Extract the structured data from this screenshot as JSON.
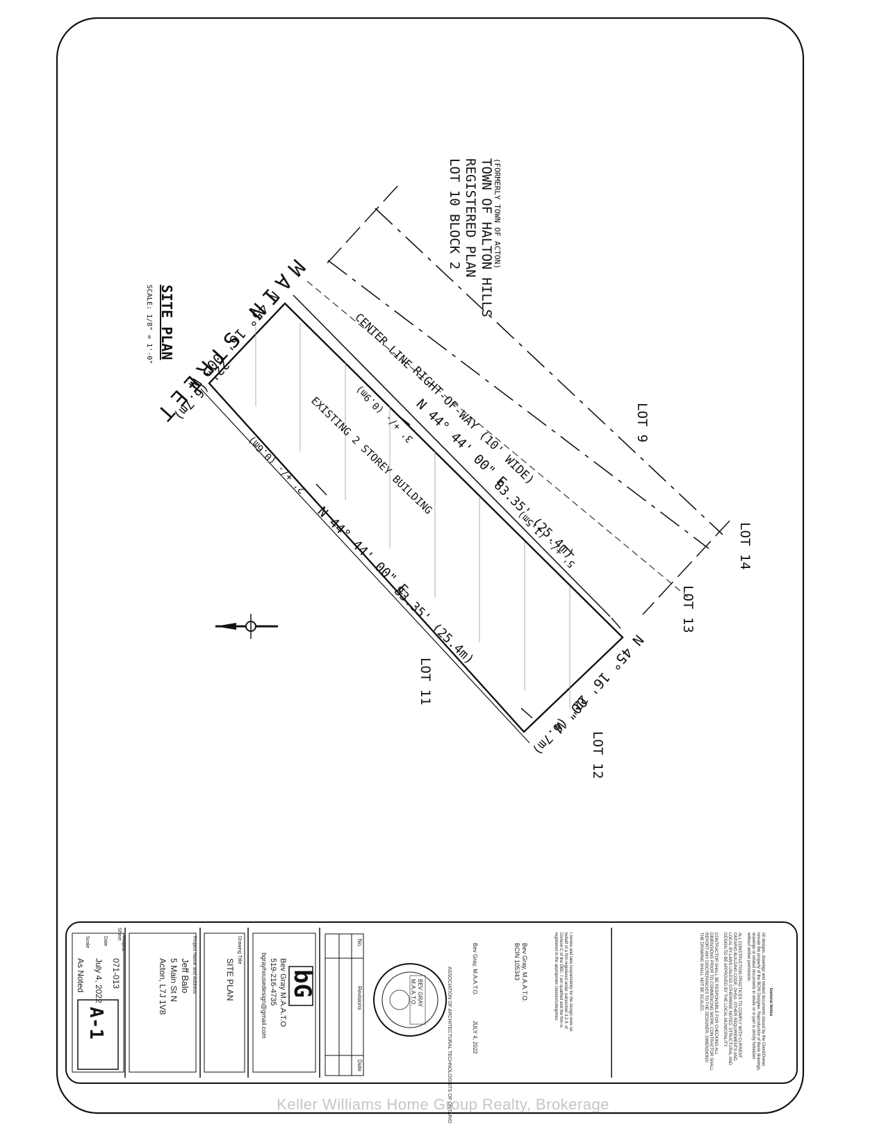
{
  "drawing": {
    "site_plan_title": "SITE PLAN",
    "scale": "SCALE: 1/8\" = 1'-0\"",
    "lot_info": {
      "line1": "LOT 10 BLOCK 2",
      "line2": "REGISTERED PLAN",
      "line3": "TOWN OF HALTON HILLS",
      "line4": "(FORMERLY TOWN OF ACTON)"
    },
    "street": "MAIN STREET",
    "bearing_main": "N 45° 16' 00\" W",
    "dim_main": "22' (6.7m)",
    "bearing_rear": "N 45° 16' 00\" W",
    "dim_rear": "22' (6.7m)",
    "bearing_side_1": "N 44° 44' 00\" E",
    "dim_side_1": "83.35' (25.4m)",
    "bearing_side_2": "N 44° 44' 00\" E",
    "dim_side_2": "83.35' (25.4m)",
    "center_line": "CENTER LINE",
    "row_label": "RIGHT-OF-WAY (10' WIDE)",
    "building": "EXISTING 2 STOREY BUILDING",
    "lot9": "LOT 9",
    "lot11": "LOT 11",
    "lot12": "LOT 12",
    "lot13": "LOT 13",
    "lot14": "LOT 14",
    "setback_1": "2' +/- (0.6m)",
    "setback_2": "3' +/- (0.9m)",
    "setback_3": "5' +/- (1.5m)"
  },
  "title_block": {
    "general_notes_title": "General Notes",
    "notes": [
      "All designs, drawings and related documents issued by the Client/Owner remain the property of the BCIN Designer. Reproduction of these drawings, drawings or related documents in whole or in part is strictly forbidden without written permission.",
      "ALL CONSTRUCTION PRACTICES TO COMPLY WITH CURRENT ONTARIO BUILDING CODE, OHSA, OTHER REQUIREMENTS AND LOCAL BY-LAWS UNLESS OTHERWISE NOTED. STRUCTURAL AND DESIGN TO BE APPROVED BY THE LOCAL MUNICIPALITY.",
      "CONTRACTOR SHALL BE RESPONSIBLE FOR CHECKING ALL DIMENSIONS PRIOR TO COMMENCING WORK. CONTRACTOR SHALL REPORT ANY DISCREPANCIES TO THE DESIGNER. DIMENSIONS: THE DRAWING SHALL NOT BE SCALED."
    ],
    "responsibility": "I review and take responsibility for the design work on behalf of a firm registered under subsection 3.2.4. of Division C of the OBC. I am qualified and the firm is registered in the appropriate classes/categories.",
    "designer_name": "Bev Gray, M.A.A.T.O.",
    "bcin": "BCIN 105343",
    "sign_date": "JULY 4, 2022",
    "seal_text": "ASSOCIATION OF ARCHITECTURAL TECHNOLOGISTS OF ONTARIO",
    "seal_inner_name": "BEV GRAY",
    "seal_inner_title": "M.A.A.T.O.",
    "rev_no_header": "No.",
    "rev_header": "Revisions",
    "rev_date_header": "Date",
    "logo_letters": "bG",
    "company_name": "Bev Gray M.A.A.T.O",
    "company_phone": "519-216-4735",
    "company_email": "bgrayhousedesign@gmail.com",
    "drawing_title_label": "Drawing Title",
    "drawing_title": "SITE PLAN",
    "project_label": "Project Name and Address",
    "client": "Jeff Balo",
    "address1": "5 Main St N",
    "address2": "Acton, L7J 1V8",
    "project_no_label": "Project",
    "project_no": "071-013",
    "date_label": "Date",
    "date": "July 4, 2022",
    "scale_label": "Scale",
    "scale_value": "As Noted",
    "sheet_label": "Sheet",
    "sheet_no": "A-1"
  },
  "watermark": "Keller Williams Home Group Realty, Brokerage"
}
